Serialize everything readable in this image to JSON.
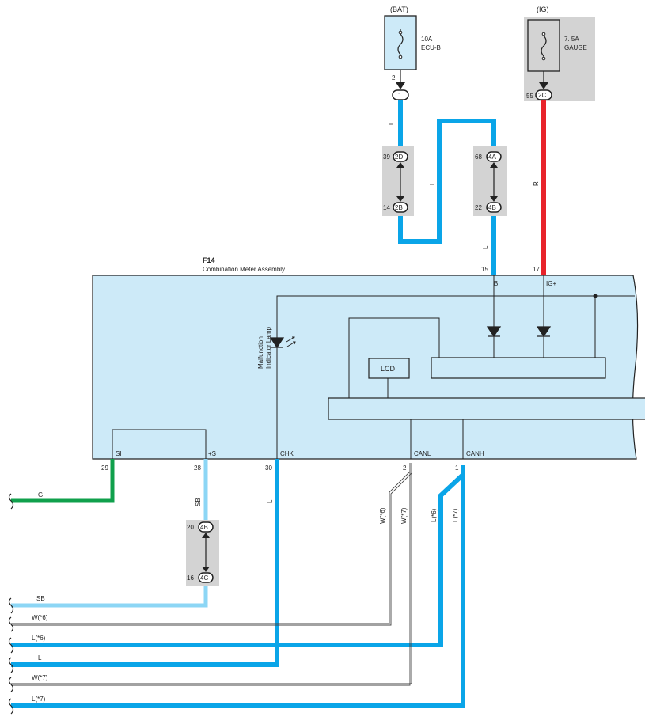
{
  "colors": {
    "blue": "#0aa5e8",
    "light_blue": "#8cd6f5",
    "red": "#e8232b",
    "green": "#10a04c",
    "box_fill": "#cdeaf8",
    "gray_fill": "#d3d3d3"
  },
  "power": {
    "bat_label": "(BAT)",
    "bat_fuse_amp": "10A",
    "bat_fuse_name": "ECU-B",
    "bat_pin": "2",
    "bat_connector": "1",
    "ig_label": "(IG)",
    "ig_fuse_amp": "7. 5A",
    "ig_fuse_name": "GAUGE",
    "ig_pin": "55",
    "ig_connector": "2C"
  },
  "junctions": {
    "left_top_pin": "39",
    "left_top_conn": "2D",
    "left_bot_pin": "14",
    "left_bot_conn": "2B",
    "right_top_pin": "68",
    "right_top_conn": "4A",
    "right_bot_pin": "22",
    "right_bot_conn": "4B",
    "lower_top_pin": "20",
    "lower_top_conn": "4B",
    "lower_bot_pin": "16",
    "lower_bot_conn": "4C"
  },
  "wires": {
    "bat_L1": "L",
    "bat_L2": "L",
    "bat_L3": "L",
    "ig_R": "R",
    "sb": "SB",
    "chk_L": "L",
    "w6": "W(*6)",
    "w7": "W(*7)",
    "l6": "L(*6)",
    "l7": "L(*7)"
  },
  "component": {
    "id": "F14",
    "name": "Combination Meter Assembly",
    "pin_b_num": "15",
    "pin_b": "B",
    "pin_ig_num": "17",
    "pin_ig": "IG+",
    "lamp_label_1": "Malfunction",
    "lamp_label_2": "Indicator Lamp",
    "lcd": "LCD",
    "pin_si": "SI",
    "pin_si_num": "29",
    "pin_s": "+S",
    "pin_s_num": "28",
    "pin_chk": "CHK",
    "pin_chk_num": "30",
    "pin_canl": "CANL",
    "pin_canl_num": "2",
    "pin_canh": "CANH",
    "pin_canh_num": "1"
  },
  "left_labels": {
    "g": "G",
    "sb": "SB",
    "w6": "W(*6)",
    "l6": "L(*6)",
    "l": "L",
    "w7": "W(*7)",
    "l7": "L(*7)"
  }
}
